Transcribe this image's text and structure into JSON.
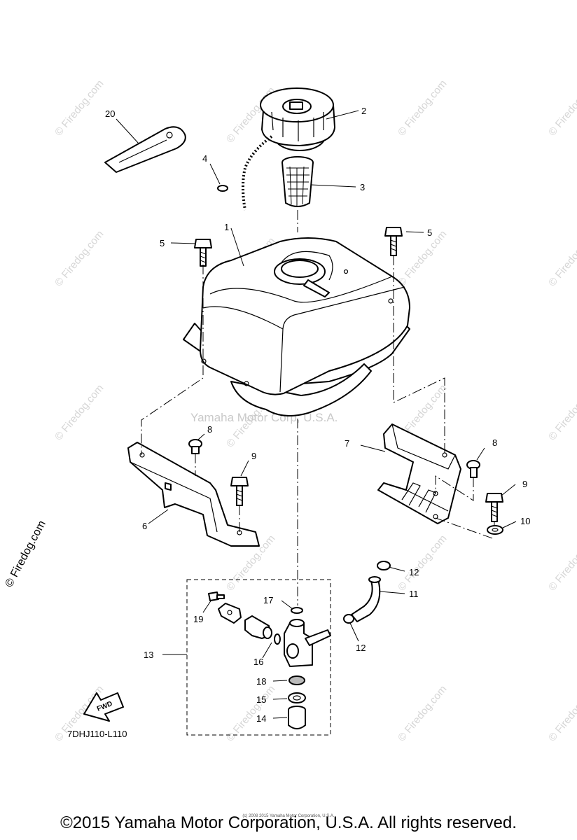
{
  "watermarks": {
    "site": "© Firedog.com",
    "center": "Yamaha Motor Corp, U.S.A."
  },
  "diagram": {
    "code": "7DHJ110-L110",
    "fwd_label": "FWD",
    "callouts": [
      "1",
      "2",
      "3",
      "4",
      "5",
      "5",
      "6",
      "7",
      "8",
      "8",
      "9",
      "9",
      "10",
      "11",
      "12",
      "12",
      "13",
      "14",
      "15",
      "16",
      "17",
      "18",
      "19",
      "20"
    ]
  },
  "footer": {
    "copyright": "©2015 Yamaha Motor Corporation, U.S.A. All rights reserved.",
    "tiny_credit": "(c) 2008 2015 Yamaha Motor Corporation, U.S.A."
  },
  "colors": {
    "line": "#000000",
    "watermark": "#d6d6d6",
    "background": "#ffffff"
  }
}
